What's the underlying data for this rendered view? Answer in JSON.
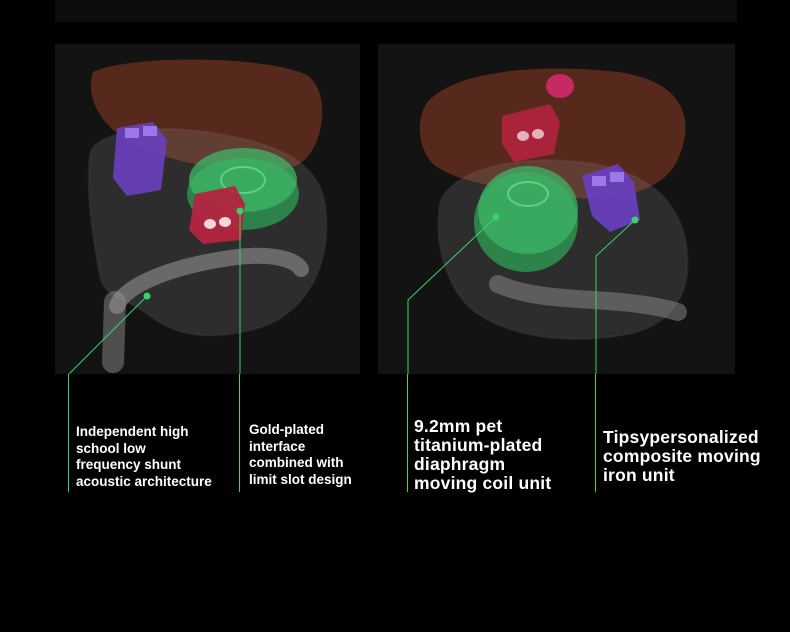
{
  "labels": {
    "shunt": "Independent high\nschool low\nfrequency shunt\nacoustic architecture",
    "interface": "Gold-plated\ninterface\ncombined with\nlimit slot design",
    "diaphragm": "9.2mm pet\ntitanium-plated\ndiaphragm\nmoving coil unit",
    "iron_unit": "Tipsypersonalized\ncomposite moving\niron unit"
  },
  "colors": {
    "background": "#000000",
    "panel": "#131313",
    "callout_line": "#39d16a",
    "faceplate": "#5a2a1c",
    "dynamic_driver": "#2c9a52",
    "connector": "#b3243e",
    "balanced_armature": "#6a3fc0"
  }
}
